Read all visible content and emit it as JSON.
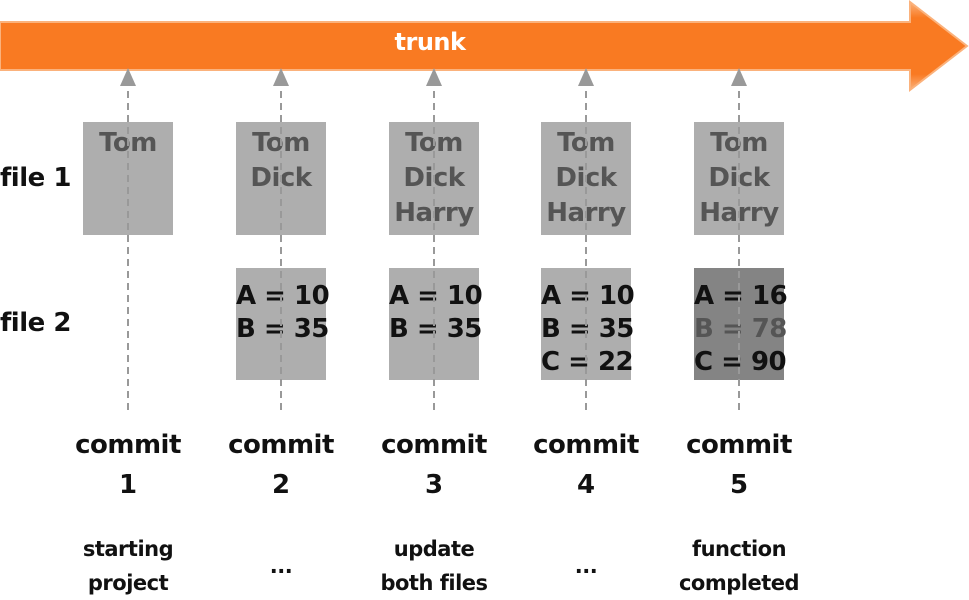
{
  "trunk": {
    "label": "trunk",
    "color": "#f97a22",
    "edge_color": "#fbb27c"
  },
  "files": [
    {
      "label": "file 1"
    },
    {
      "label": "file 2"
    }
  ],
  "commits": [
    {
      "word": "commit",
      "number": "1",
      "file1": [
        "Tom"
      ],
      "file2": [],
      "description": [
        "starting",
        "project"
      ]
    },
    {
      "word": "commit",
      "number": "2",
      "file1": [
        "Tom",
        "Dick"
      ],
      "file2": [
        "A = 10",
        "B = 35"
      ],
      "description": [
        "..."
      ]
    },
    {
      "word": "commit",
      "number": "3",
      "file1": [
        "Tom",
        "Dick",
        "Harry"
      ],
      "file2": [
        "A = 10",
        "B = 35"
      ],
      "description": [
        "update",
        "both files"
      ]
    },
    {
      "word": "commit",
      "number": "4",
      "file1": [
        "Tom",
        "Dick",
        "Harry"
      ],
      "file2": [
        "A = 10",
        "B = 35",
        "C = 22"
      ],
      "description": [
        "..."
      ]
    },
    {
      "word": "commit",
      "number": "5",
      "file1": [
        "Tom",
        "Dick",
        "Harry"
      ],
      "file2": [
        "A = 16",
        "B = 78",
        "C = 90"
      ],
      "description": [
        "function",
        "completed"
      ]
    }
  ]
}
